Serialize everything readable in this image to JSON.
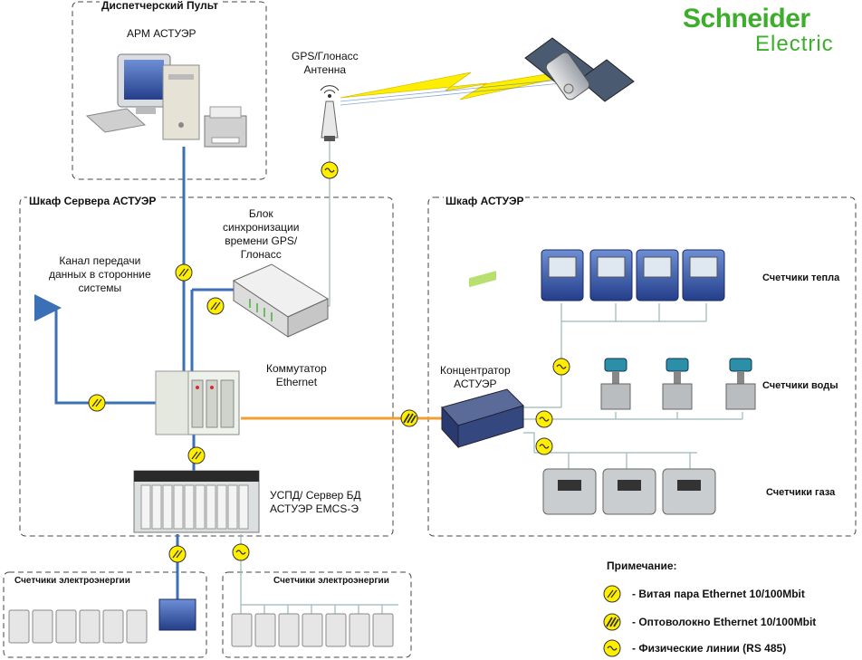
{
  "logo": {
    "line1": "Schneider",
    "line2": "Electric",
    "color": "#3dae2b"
  },
  "groups": {
    "dispatch": "Диспетчерский Пульт",
    "server_cabinet": "Шкаф Сервера АСТУЭР",
    "astuer_cabinet": "Шкаф АСТУЭР",
    "meters_left": "Счетчики электроэнергии",
    "meters_right": "Счетчики электроэнергии"
  },
  "labels": {
    "arm": "АРМ АСТУЭР",
    "gps_antenna": [
      "GPS/Глонасс",
      "Антенна"
    ],
    "sync_block": [
      "Блок",
      "синхронизации",
      "времени GPS/",
      "Глонасс"
    ],
    "channel": [
      "Канал передачи",
      "данных в сторонние",
      "системы"
    ],
    "switch": [
      "Коммутатор",
      "Ethernet"
    ],
    "concentrator": [
      "Концентратор",
      "АСТУЭР"
    ],
    "uspd": [
      "УСПД/ Сервер БД",
      "АСТУЭР EMCS-Э"
    ],
    "heat_meters": "Счетчики тепла",
    "water_meters": "Счетчики воды",
    "gas_meters": "Счетчики газа"
  },
  "legend": {
    "title": "Примечание:",
    "items": [
      {
        "symbol": "twisted-pair",
        "text": "- Витая пара Ethernet 10/100Mbit"
      },
      {
        "symbol": "fiber",
        "text": "- Оптоволокно Ethernet 10/100Mbit"
      },
      {
        "symbol": "rs485",
        "text": "- Физические линии (RS 485)"
      }
    ]
  },
  "colors": {
    "ethernet": "#3b6fb6",
    "fiber": "#f0a030",
    "rs485": "#9ab8b8",
    "symbol": "#ffee00"
  }
}
